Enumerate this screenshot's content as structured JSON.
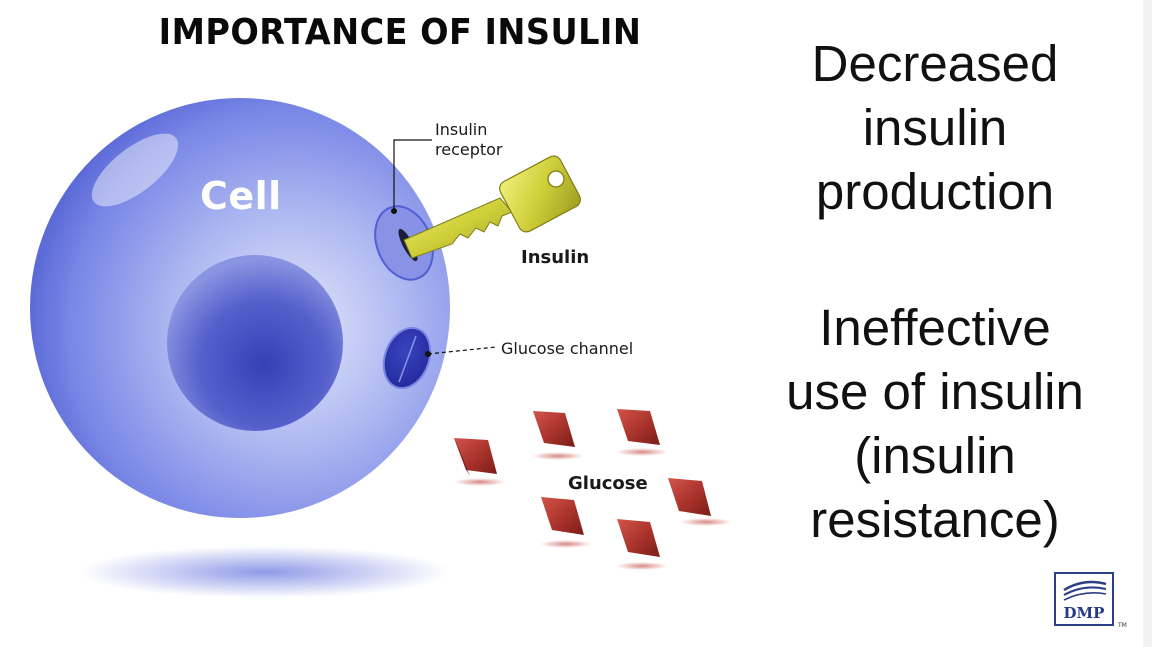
{
  "title": "IMPORTANCE OF INSULIN",
  "diagram": {
    "cell_label": "Cell",
    "receptor_label_line1": "Insulin",
    "receptor_label_line2": "receptor",
    "insulin_label": "Insulin",
    "channel_label": "Glucose channel",
    "glucose_label": "Glucose"
  },
  "causes": [
    {
      "lines": [
        "Decreased",
        "insulin",
        "production"
      ]
    },
    {
      "lines": [
        "Ineffective",
        "use of insulin",
        "(insulin",
        "resistance)"
      ]
    }
  ],
  "logo": {
    "text": "DMP",
    "trademark": "TM"
  },
  "colors": {
    "cell": "#6f7fe6",
    "nucleus": "#4a54c4",
    "key": "#d6d642",
    "glucose": "#a8322b",
    "logo": "#243a86"
  }
}
